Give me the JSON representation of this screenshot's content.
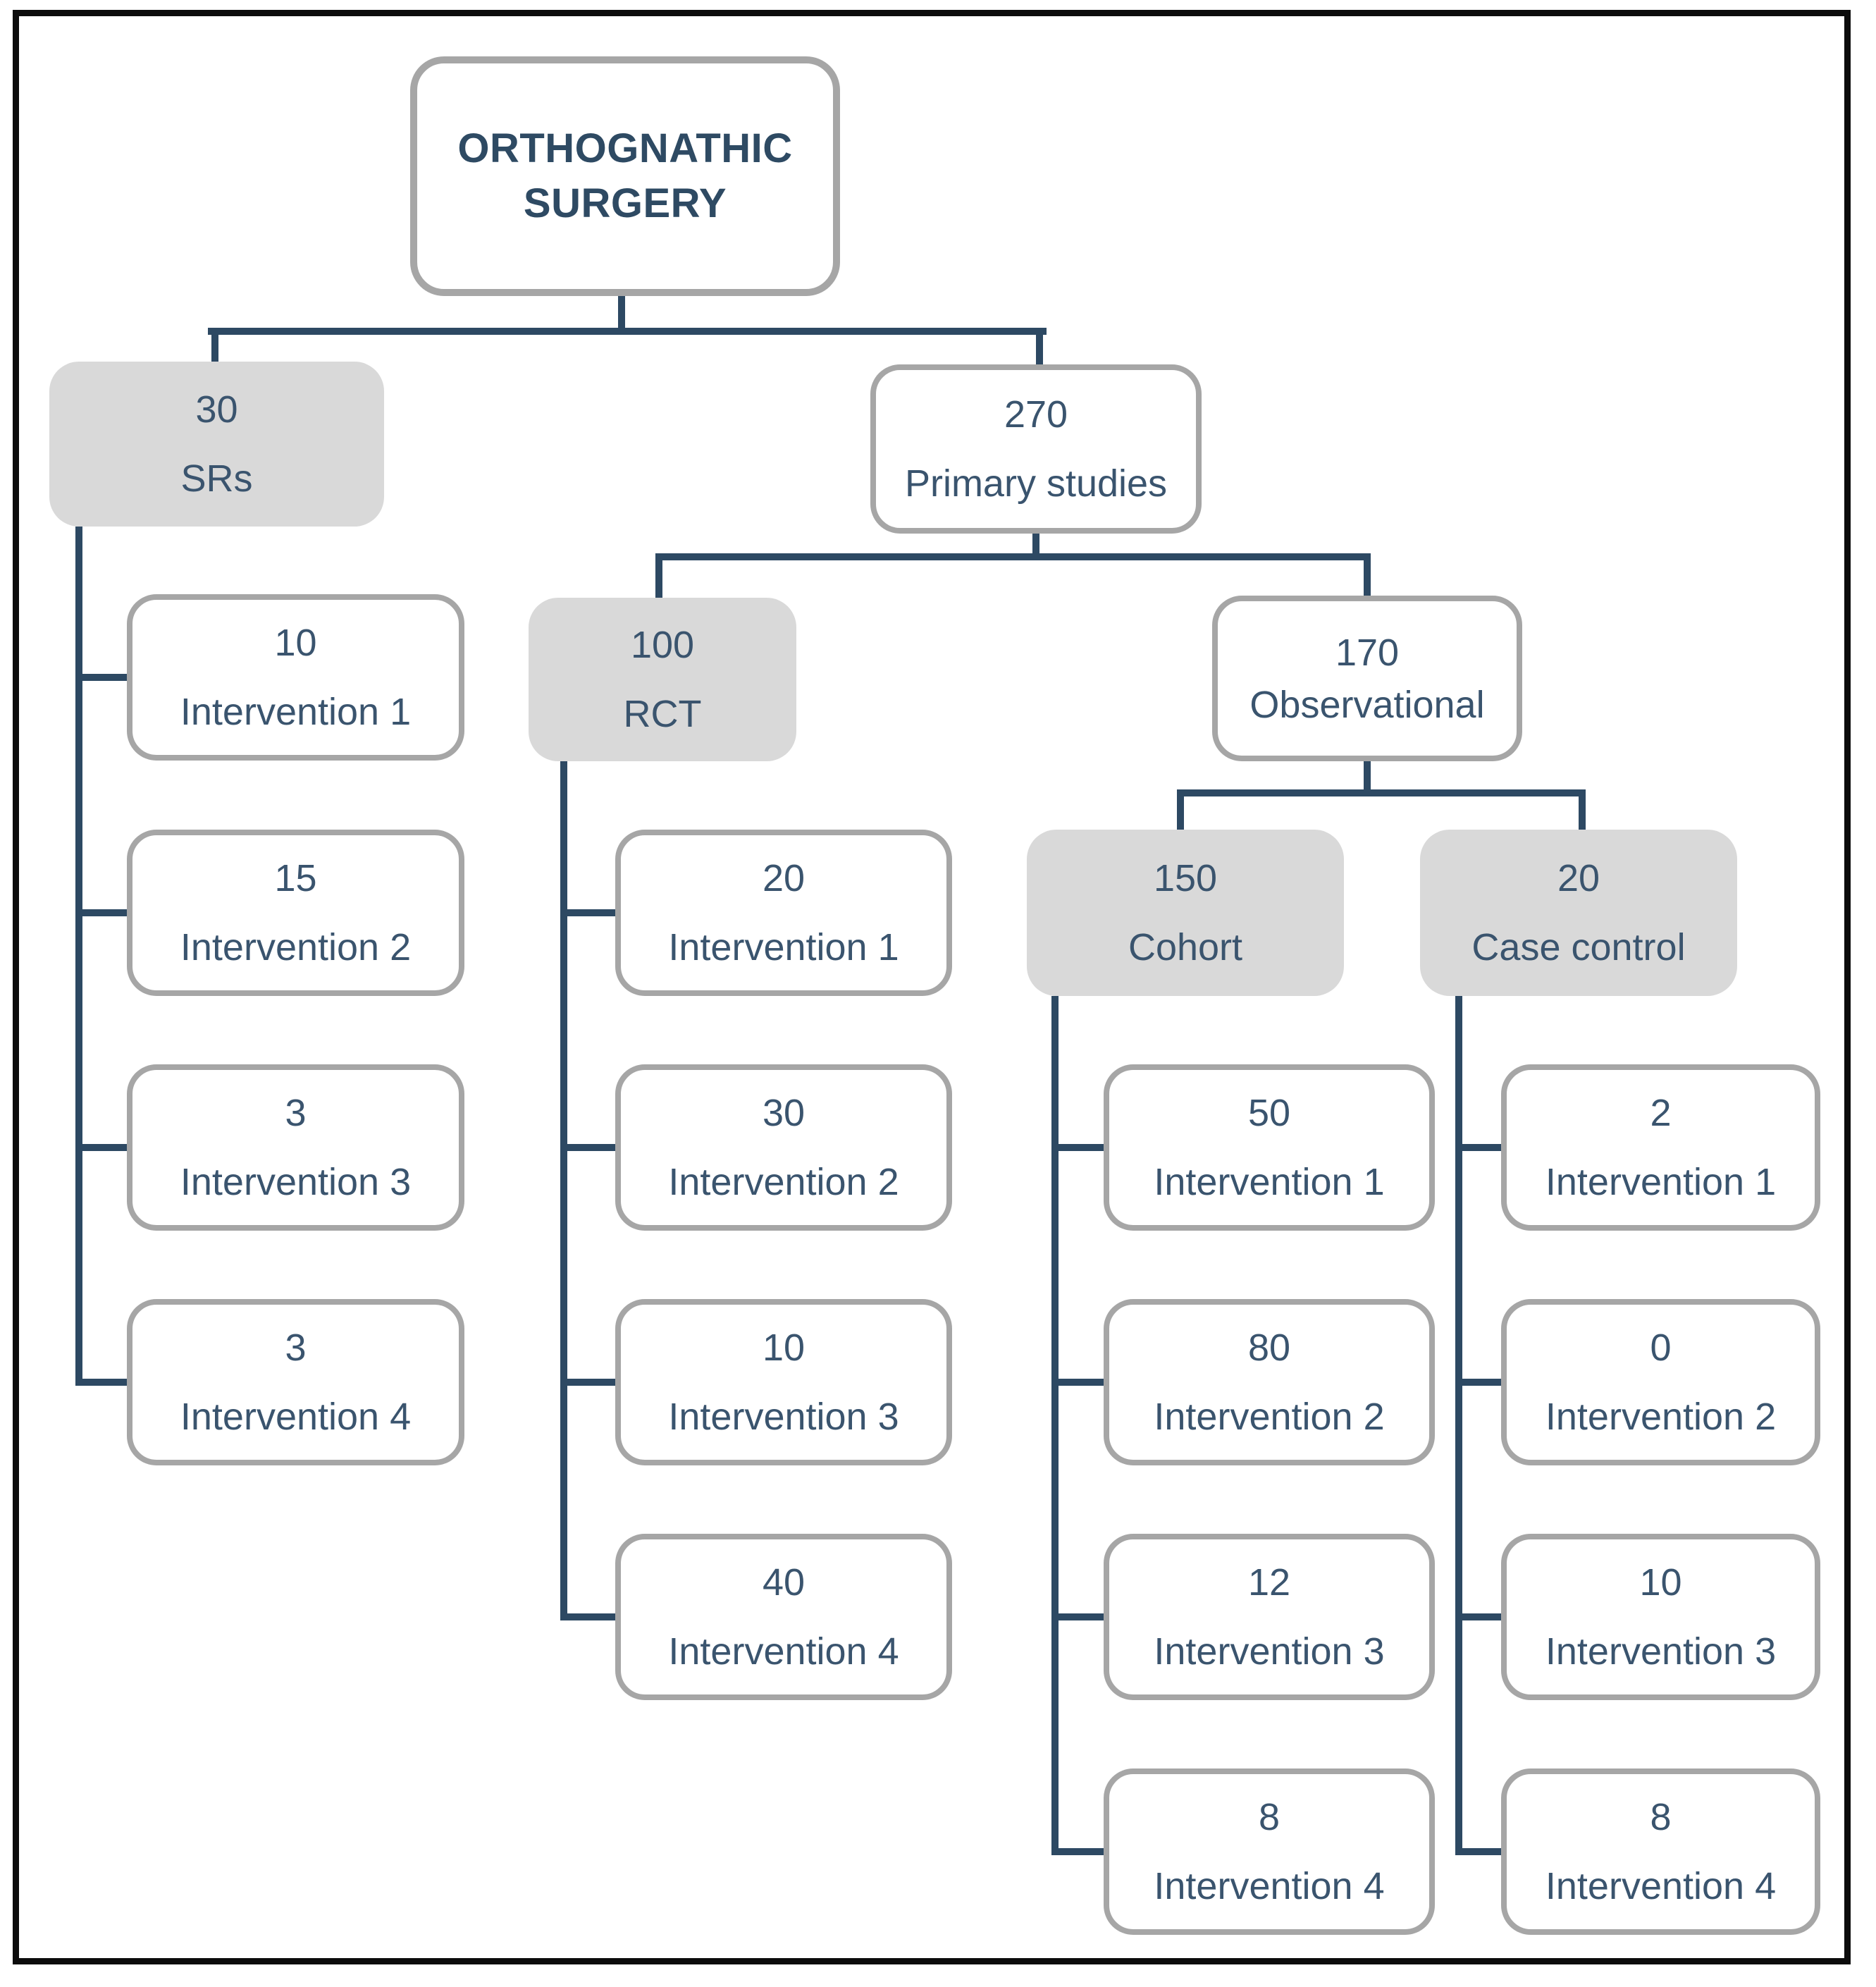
{
  "diagram": {
    "title": "ORTHOGNATHIC SURGERY",
    "colors": {
      "connector_line": "#2d4963",
      "node_text": "#3a546e",
      "title_text": "#2e4a63",
      "gray_node_fill": "#d9d9d9",
      "white_node_border": "#a6a6a6",
      "outer_frame": "#0c0c0c",
      "background": "#ffffff"
    },
    "nodes": {
      "root": {
        "label": "ORTHOGNATHIC SURGERY"
      },
      "srs": {
        "count": "30",
        "label": "SRs"
      },
      "primary": {
        "count": "270",
        "label": "Primary studies"
      },
      "rct": {
        "count": "100",
        "label": "RCT"
      },
      "observational": {
        "count": "170",
        "label": "Observational"
      },
      "cohort": {
        "count": "150",
        "label": "Cohort"
      },
      "case_control": {
        "count": "20",
        "label": "Case control"
      }
    },
    "srs_interventions": [
      {
        "count": "10",
        "label": "Intervention 1"
      },
      {
        "count": "15",
        "label": "Intervention 2"
      },
      {
        "count": "3",
        "label": "Intervention 3"
      },
      {
        "count": "3",
        "label": "Intervention 4"
      }
    ],
    "rct_interventions": [
      {
        "count": "20",
        "label": "Intervention 1"
      },
      {
        "count": "30",
        "label": "Intervention 2"
      },
      {
        "count": "10",
        "label": "Intervention 3"
      },
      {
        "count": "40",
        "label": "Intervention 4"
      }
    ],
    "cohort_interventions": [
      {
        "count": "50",
        "label": "Intervention 1"
      },
      {
        "count": "80",
        "label": "Intervention 2"
      },
      {
        "count": "12",
        "label": "Intervention 3"
      },
      {
        "count": "8",
        "label": "Intervention 4"
      }
    ],
    "case_control_interventions": [
      {
        "count": "2",
        "label": "Intervention 1"
      },
      {
        "count": "0",
        "label": "Intervention 2"
      },
      {
        "count": "10",
        "label": "Intervention 3"
      },
      {
        "count": "8",
        "label": "Intervention 4"
      }
    ]
  }
}
